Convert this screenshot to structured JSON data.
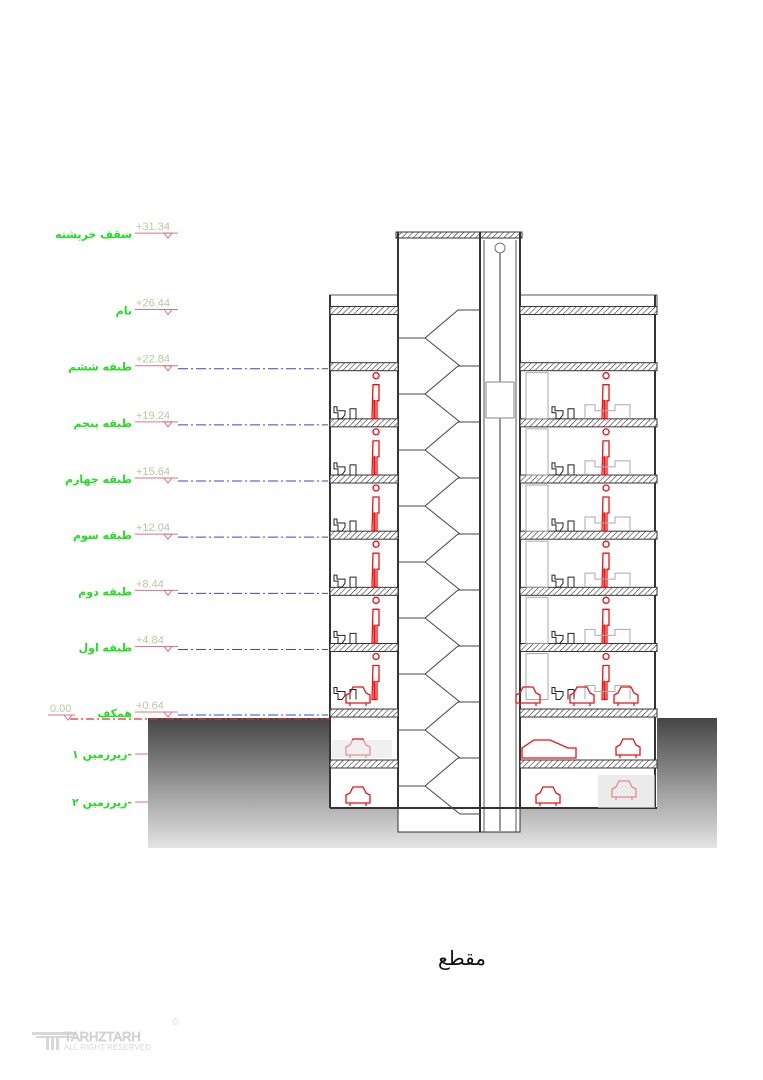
{
  "drawing_title": "مقطع",
  "levels": [
    {
      "name": "سقف خرپشته",
      "elevation": "+31.34",
      "value": 31.34
    },
    {
      "name": "بام",
      "elevation": "+26.44",
      "value": 26.44
    },
    {
      "name": "طبقه ششم",
      "elevation": "+22.84",
      "value": 22.84
    },
    {
      "name": "طبقه پنجم",
      "elevation": "+19.24",
      "value": 19.24
    },
    {
      "name": "طبقه چهارم",
      "elevation": "+15.64",
      "value": 15.64
    },
    {
      "name": "طبقه سوم",
      "elevation": "+12.04",
      "value": 12.04
    },
    {
      "name": "طبقه دوم",
      "elevation": "+8.44",
      "value": 8.44
    },
    {
      "name": "طبقه اول",
      "elevation": "+4.84",
      "value": 4.84
    },
    {
      "name": "همکف",
      "elevation": "+0.64",
      "value": 0.64
    }
  ],
  "basements": [
    {
      "name": "زیرزمین ۱-"
    },
    {
      "name": "زیرزمین ۲-"
    }
  ],
  "ground_level": "0.00",
  "logo": {
    "brand": "TARHZTARH",
    "tagline": "ALL RIGHT RESERVED",
    "mark": "©"
  },
  "colors": {
    "label": "#22dd22",
    "elevation_line": "#e0708a",
    "level_dash": "#3344dd",
    "ground_dash": "#e03030",
    "figures": "#ee1111"
  }
}
